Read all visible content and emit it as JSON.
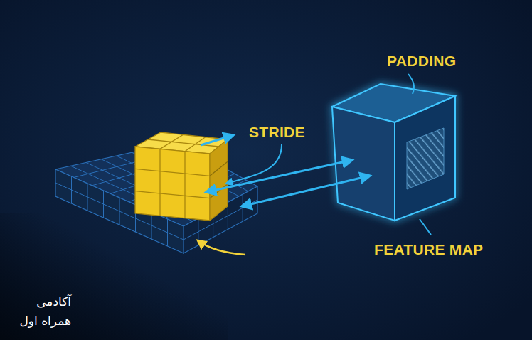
{
  "diagram": {
    "labels": [
      "PADDING",
      "STRIDE",
      "FEATURE MAP",
      "آکادمی",
      "همراه اول"
    ]
  }
}
